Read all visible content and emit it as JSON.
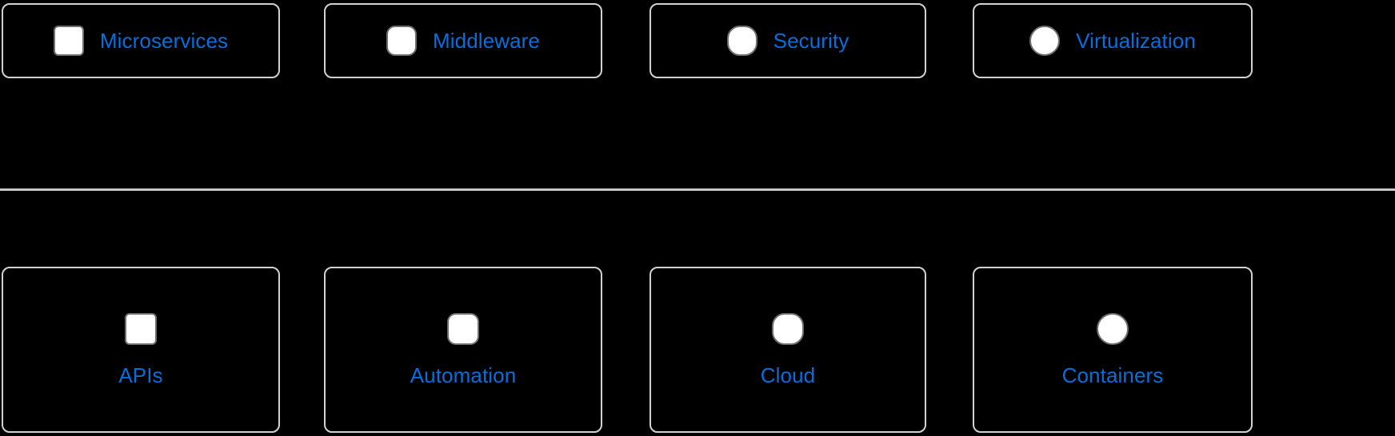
{
  "background_color": "#000000",
  "accent_color": "#0a6ddc",
  "card_border_color": "#d2d2d2",
  "icon_fill_color": "#ffffff",
  "icon_border_color": "#6e6e6e",
  "divider": {
    "color": "#c6c6c6",
    "visible": true
  },
  "rows": [
    {
      "name": "top-row",
      "orientation": "horizontal",
      "cards": [
        {
          "label": "Microservices",
          "icon": "square-icon",
          "shape": "shape-square"
        },
        {
          "label": "Middleware",
          "icon": "rounded-square-icon",
          "shape": "shape-rounded"
        },
        {
          "label": "Security",
          "icon": "squircle-icon",
          "shape": "shape-squircle"
        },
        {
          "label": "Virtualization",
          "icon": "circle-icon",
          "shape": "shape-circle"
        }
      ]
    },
    {
      "name": "bottom-row",
      "orientation": "vertical",
      "cards": [
        {
          "label": "APIs",
          "icon": "square-icon",
          "shape": "shape-square"
        },
        {
          "label": "Automation",
          "icon": "rounded-square-icon",
          "shape": "shape-rounded"
        },
        {
          "label": "Cloud",
          "icon": "squircle-icon",
          "shape": "shape-squircle"
        },
        {
          "label": "Containers",
          "icon": "circle-icon",
          "shape": "shape-circle"
        }
      ]
    }
  ]
}
